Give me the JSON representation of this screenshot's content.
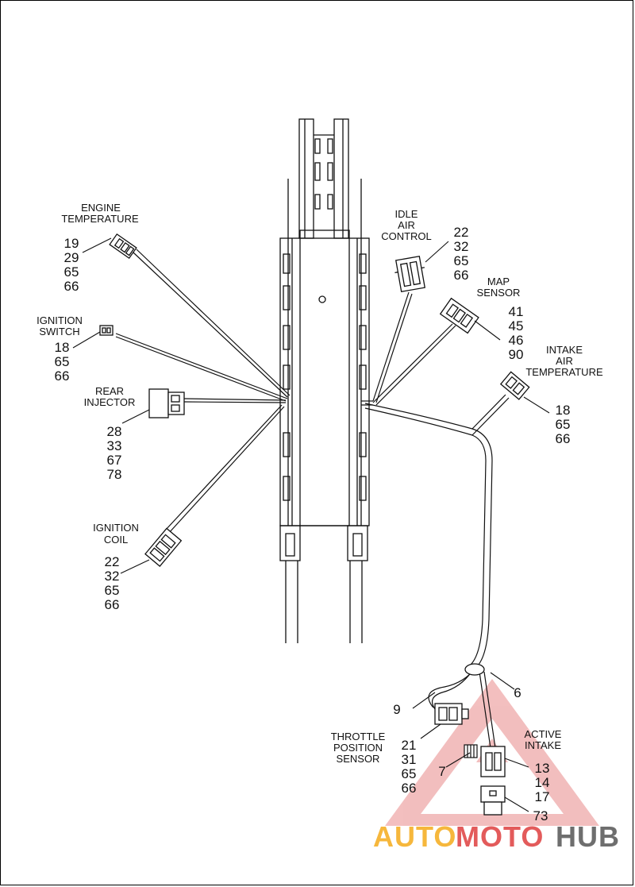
{
  "components": [
    {
      "id": "engine-temperature",
      "label": [
        "ENGINE",
        "TEMPERATURE"
      ],
      "numbers": [
        "19",
        "29",
        "65",
        "66"
      ]
    },
    {
      "id": "ignition-switch",
      "label": [
        "IGNITION",
        "SWITCH"
      ],
      "numbers": [
        "18",
        "65",
        "66"
      ]
    },
    {
      "id": "rear-injector",
      "label": [
        "REAR",
        "INJECTOR"
      ],
      "numbers": [
        "28",
        "33",
        "67",
        "78"
      ]
    },
    {
      "id": "ignition-coil",
      "label": [
        "IGNITION",
        "COIL"
      ],
      "numbers": [
        "22",
        "32",
        "65",
        "66"
      ]
    },
    {
      "id": "idle-air-control",
      "label": [
        "IDLE",
        "AIR",
        "CONTROL"
      ],
      "numbers": [
        "22",
        "32",
        "65",
        "66"
      ]
    },
    {
      "id": "map-sensor",
      "label": [
        "MAP",
        "SENSOR"
      ],
      "numbers": [
        "41",
        "45",
        "46",
        "90"
      ]
    },
    {
      "id": "intake-air-temperature",
      "label": [
        "INTAKE",
        "AIR",
        "TEMPERATURE"
      ],
      "numbers": [
        "18",
        "65",
        "66"
      ]
    },
    {
      "id": "throttle-position-sensor",
      "label": [
        "THROTTLE",
        "POSITION",
        "SENSOR"
      ],
      "numbers": [
        "21",
        "31",
        "65",
        "66"
      ]
    },
    {
      "id": "active-intake",
      "label": [
        "ACTIVE",
        "INTAKE"
      ],
      "numbers": [
        "13",
        "14",
        "17"
      ]
    }
  ],
  "callouts": {
    "grommet": "6",
    "throttle_loop": "9",
    "fastener": "7",
    "valve_connector": "73"
  },
  "watermark": {
    "part1": "AUTO",
    "part2": "MOTO",
    "part3": "HUB"
  }
}
